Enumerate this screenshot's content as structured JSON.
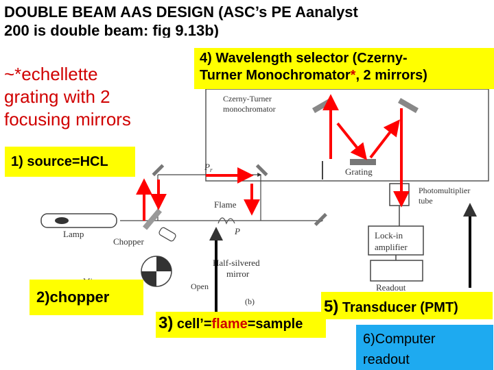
{
  "title": {
    "line1": "DOUBLE BEAM AAS DESIGN (ASC’s PE Aanalyst",
    "line2": "200 is double beam: fig 9.13b)"
  },
  "echellette_note": {
    "line1": "~*echellette",
    "line2": "grating with 2",
    "line3": "focusing mirrors"
  },
  "callouts": {
    "wavelength_selector": {
      "line1": "4) Wavelength selector (Czerny-",
      "line2_pre": "Turner Monochromator",
      "line2_star": "*",
      "line2_post": ", 2 mirrors)"
    },
    "source": "1) source=HCL",
    "chopper": "2)chopper",
    "transducer": {
      "num": "5)",
      "text": " Transducer (PMT)"
    },
    "cell": {
      "num": "3)",
      "pre": " cell’=",
      "flame": "flame",
      "post": "=sample"
    },
    "computer": {
      "line1": "6)Computer",
      "line2": "readout"
    }
  },
  "diagram": {
    "monochromator_line1": "Czerny-Turner",
    "monochromator_line2": "monochromator",
    "grating": "Grating",
    "pmt_line1": "Photomultiplier",
    "pmt_line2": "tube",
    "flame": "Flame",
    "lamp": "Lamp",
    "chopper": "Chopper",
    "lockin_line1": "Lock-in",
    "lockin_line2": "amplifier",
    "readout": "Readout",
    "half_silvered_line1": "Half-silvered",
    "half_silvered_line2": "mirror",
    "mirror": "Mirror",
    "open": "Open",
    "p_label": "P",
    "pr_label": "P",
    "pr_sub": "r",
    "fig_label": "(b)"
  },
  "colors": {
    "arrow": "#ff0000",
    "callout_bg": "#ffff00",
    "computer_bg": "#1eaaf0",
    "note_text": "#d00000"
  }
}
